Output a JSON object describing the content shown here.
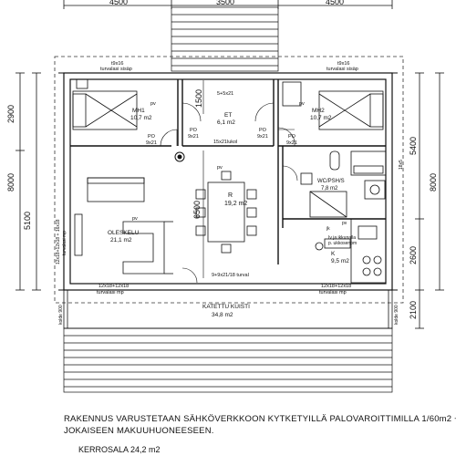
{
  "dimensions": {
    "top": [
      "4500",
      "3500",
      "4500"
    ],
    "left": [
      "2900",
      "8000",
      "5100"
    ],
    "right": [
      "5400",
      "8000",
      "2600",
      "2100"
    ],
    "center_et": "1500",
    "center_r": "6500"
  },
  "rooms": {
    "mh1": {
      "name": "MH1",
      "area": "10,7 m2",
      "pv": "pv"
    },
    "mh2": {
      "name": "MH2",
      "area": "10,7 m2",
      "pv": "pv"
    },
    "et": {
      "name": "ET",
      "area": "6,1 m2"
    },
    "r": {
      "name": "R",
      "area": "19,2 m2"
    },
    "oleskelu": {
      "name": "OLESKELU",
      "area": "21,1 m2",
      "pv": "pv"
    },
    "wc": {
      "name": "WC/PSH/S",
      "area": "7,8 m2"
    },
    "k": {
      "name": "K",
      "area": "9,5 m2"
    },
    "kuisti": {
      "name": "KATETTU KUISTI",
      "area": "34,8 m2"
    }
  },
  "labels": {
    "window_mh1": "t9x16",
    "window_mh1_sub": "turvalasi sisäp",
    "window_mh2": "t9x16",
    "window_mh2_sub": "turvalasi sisäp",
    "window_et": "5+5x21",
    "door_et": "15x21lukol",
    "po_mh1": "PO",
    "po_mh1_size": "9x21",
    "po_mh2": "PO",
    "po_mh2_size": "9x21",
    "po_mh1b": "PO",
    "po_mh1b_size": "9x21",
    "po_mh2b": "PO",
    "po_mh2b_size": "9x21",
    "left_window": "12x18+12x18 + 16x18",
    "left_window_sub": "turvalasi mp",
    "bottom_left_window": "12x18+12x18",
    "bottom_left_window_sub": "turvalasi mp",
    "bottom_right_window": "12x18+12x18",
    "bottom_right_window_sub": "turvalasi mp",
    "bottom_door": "9+9x21/18 turval",
    "pv_r": "pv",
    "kitchen_note_1": "jk",
    "kitchen_note_2": "Iv ja ikkunalla",
    "kitchen_note_3": "p. ukkosenpm",
    "kitchen_pv": "pv",
    "wc_size": "18x5",
    "kolde_left": "kolde 900",
    "kolde_right": "kolde 900"
  },
  "note": {
    "line1": "RAKENNUS VARUSTETAAN SÄHKÖVERKKOON KYTKETYILLÄ PALOVAROITTIMILLA 1/60m2 +",
    "line2": "JOKAISEEN MAKUUHUONEESEEN.",
    "partial": "KERROSALA    24,2 m2"
  }
}
